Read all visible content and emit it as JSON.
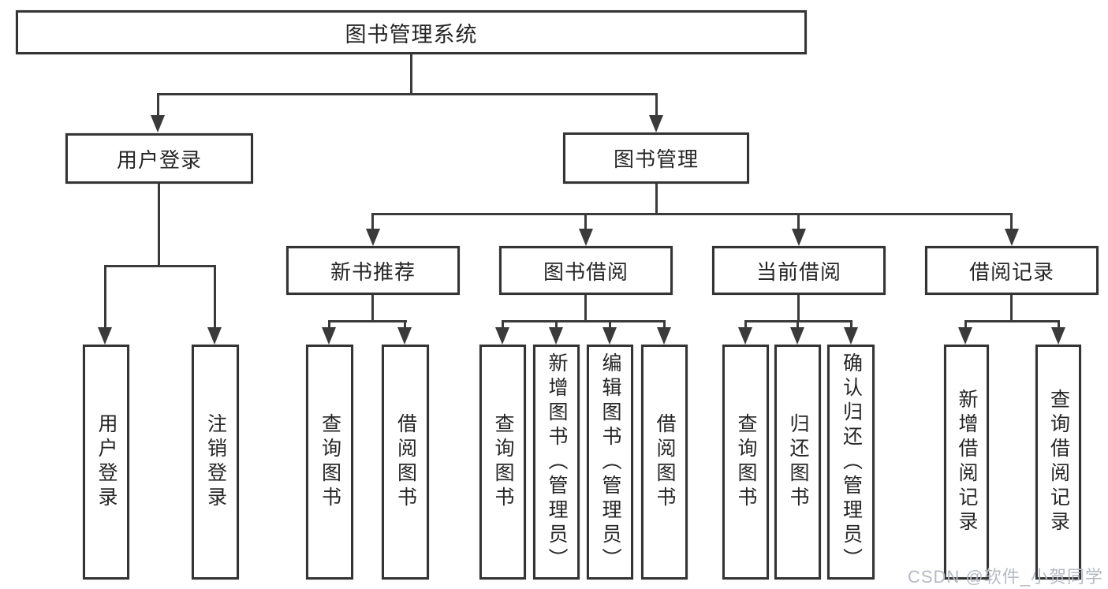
{
  "diagram_title": "图书管理系统",
  "watermark": "CSDN @软件_小贺同学",
  "colors": {
    "line": "#3a3a3a",
    "border": "#343434",
    "text": "#262626",
    "background": "#ffffff",
    "watermark": "#b5bac2"
  },
  "nodes": {
    "root": {
      "label": "图书管理系统"
    },
    "level2": [
      {
        "label": "用户登录"
      },
      {
        "label": "图书管理"
      }
    ],
    "level3": [
      {
        "label": "新书推荐"
      },
      {
        "label": "图书借阅"
      },
      {
        "label": "当前借阅"
      },
      {
        "label": "借阅记录"
      }
    ],
    "level4": {
      "user_login": [
        {
          "label": "用户登录"
        },
        {
          "label": "注销登录"
        }
      ],
      "new_book_recommend": [
        {
          "label": "查询图书"
        },
        {
          "label": "借阅图书"
        }
      ],
      "book_borrow": [
        {
          "label": "查询图书"
        },
        {
          "label": "新增图书（管理员）"
        },
        {
          "label": "编辑图书（管理员）"
        },
        {
          "label": "借阅图书"
        }
      ],
      "current_borrow": [
        {
          "label": "查询图书"
        },
        {
          "label": "归还图书"
        },
        {
          "label": "确认归还（管理员）"
        }
      ],
      "borrow_record": [
        {
          "label": "新增借阅记录"
        },
        {
          "label": "查询借阅记录"
        }
      ]
    }
  }
}
